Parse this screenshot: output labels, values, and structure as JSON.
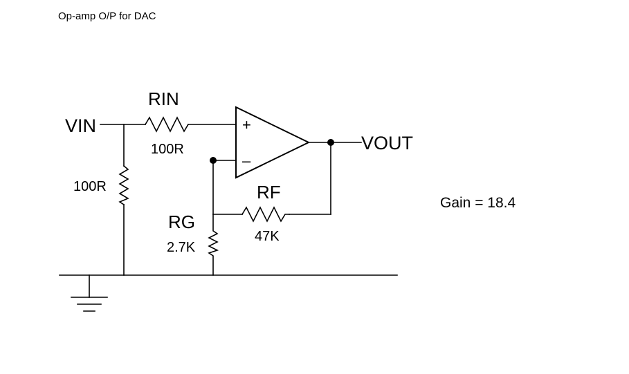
{
  "title": "Op-amp O/P for DAC",
  "gain_text": "Gain = 18.4",
  "nodes": {
    "vin": "VIN",
    "vout": "VOUT"
  },
  "opamp": {
    "plus": "+",
    "minus": "–"
  },
  "components": {
    "rin": {
      "name": "RIN",
      "value": "100R"
    },
    "rshunt": {
      "value": "100R"
    },
    "rg": {
      "name": "RG",
      "value": "2.7K"
    },
    "rf": {
      "name": "RF",
      "value": "47K"
    }
  }
}
